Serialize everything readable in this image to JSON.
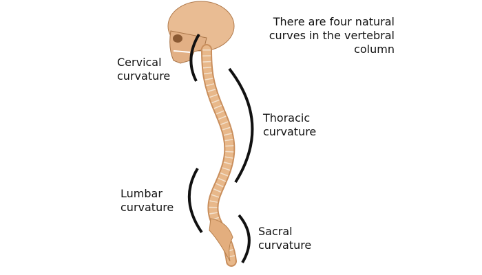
{
  "title": {
    "line1": "There are four natural",
    "line2": "curves in the vertebral",
    "line3": "column"
  },
  "labels": {
    "cervical": {
      "line1": "Cervical",
      "line2": "curvature"
    },
    "thoracic": {
      "line1": "Thoracic",
      "line2": "curvature"
    },
    "lumbar": {
      "line1": "Lumbar",
      "line2": "curvature"
    },
    "sacral": {
      "line1": "Sacral",
      "line2": "curvature"
    }
  },
  "colors": {
    "bone": "#e8b88a",
    "bone_shadow": "#c98e5c",
    "disc": "#f3e2cf",
    "arc": "#111111"
  }
}
